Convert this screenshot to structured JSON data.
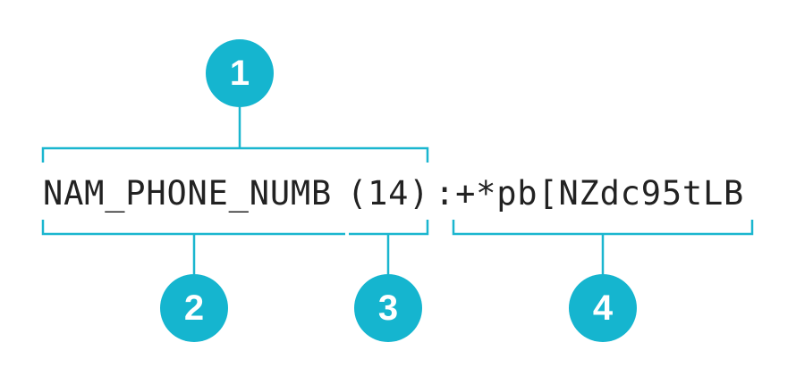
{
  "code": {
    "segments": [
      "NAM_PHONE_NUMB",
      "(14)",
      ":+*pb[NZdc95tLB"
    ]
  },
  "callouts": [
    {
      "number": "1"
    },
    {
      "number": "2"
    },
    {
      "number": "3"
    },
    {
      "number": "4"
    }
  ],
  "colors": {
    "accent": "#15b5cf",
    "text": "#222222"
  }
}
